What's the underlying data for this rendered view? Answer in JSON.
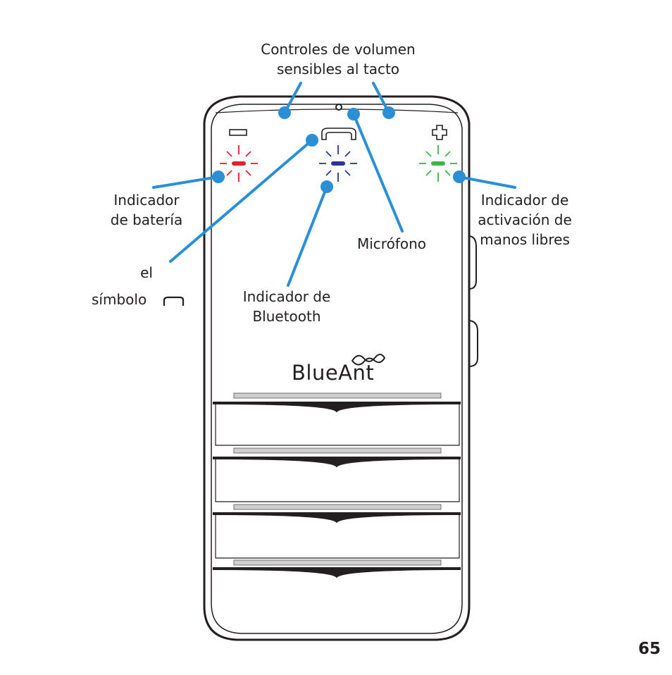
{
  "labels": {
    "volume_controls": [
      "Controles de volumen",
      "sensibles al tacto"
    ],
    "battery_indicator": [
      "Indicador",
      "de batería"
    ],
    "symbol_el": "el",
    "symbol_simbolo": "símbolo",
    "microphone": "Micrófono",
    "bluetooth_indicator": [
      "Indicador de",
      "Bluetooth"
    ],
    "handsfree_indicator": [
      "Indicador de",
      "activación de",
      "manos libres"
    ]
  },
  "device": {
    "brand": "BlueAnt"
  },
  "page_number": "65",
  "icons": [
    "minus-icon",
    "plus-icon",
    "phone-symbol-icon",
    "infinity-logo-icon"
  ],
  "colors": {
    "callout": "#2b8fd6",
    "battery_led": "#e8202a",
    "bluetooth_led": "#2a3593",
    "handsfree_led": "#3cb54a",
    "outline": "#231f20"
  }
}
